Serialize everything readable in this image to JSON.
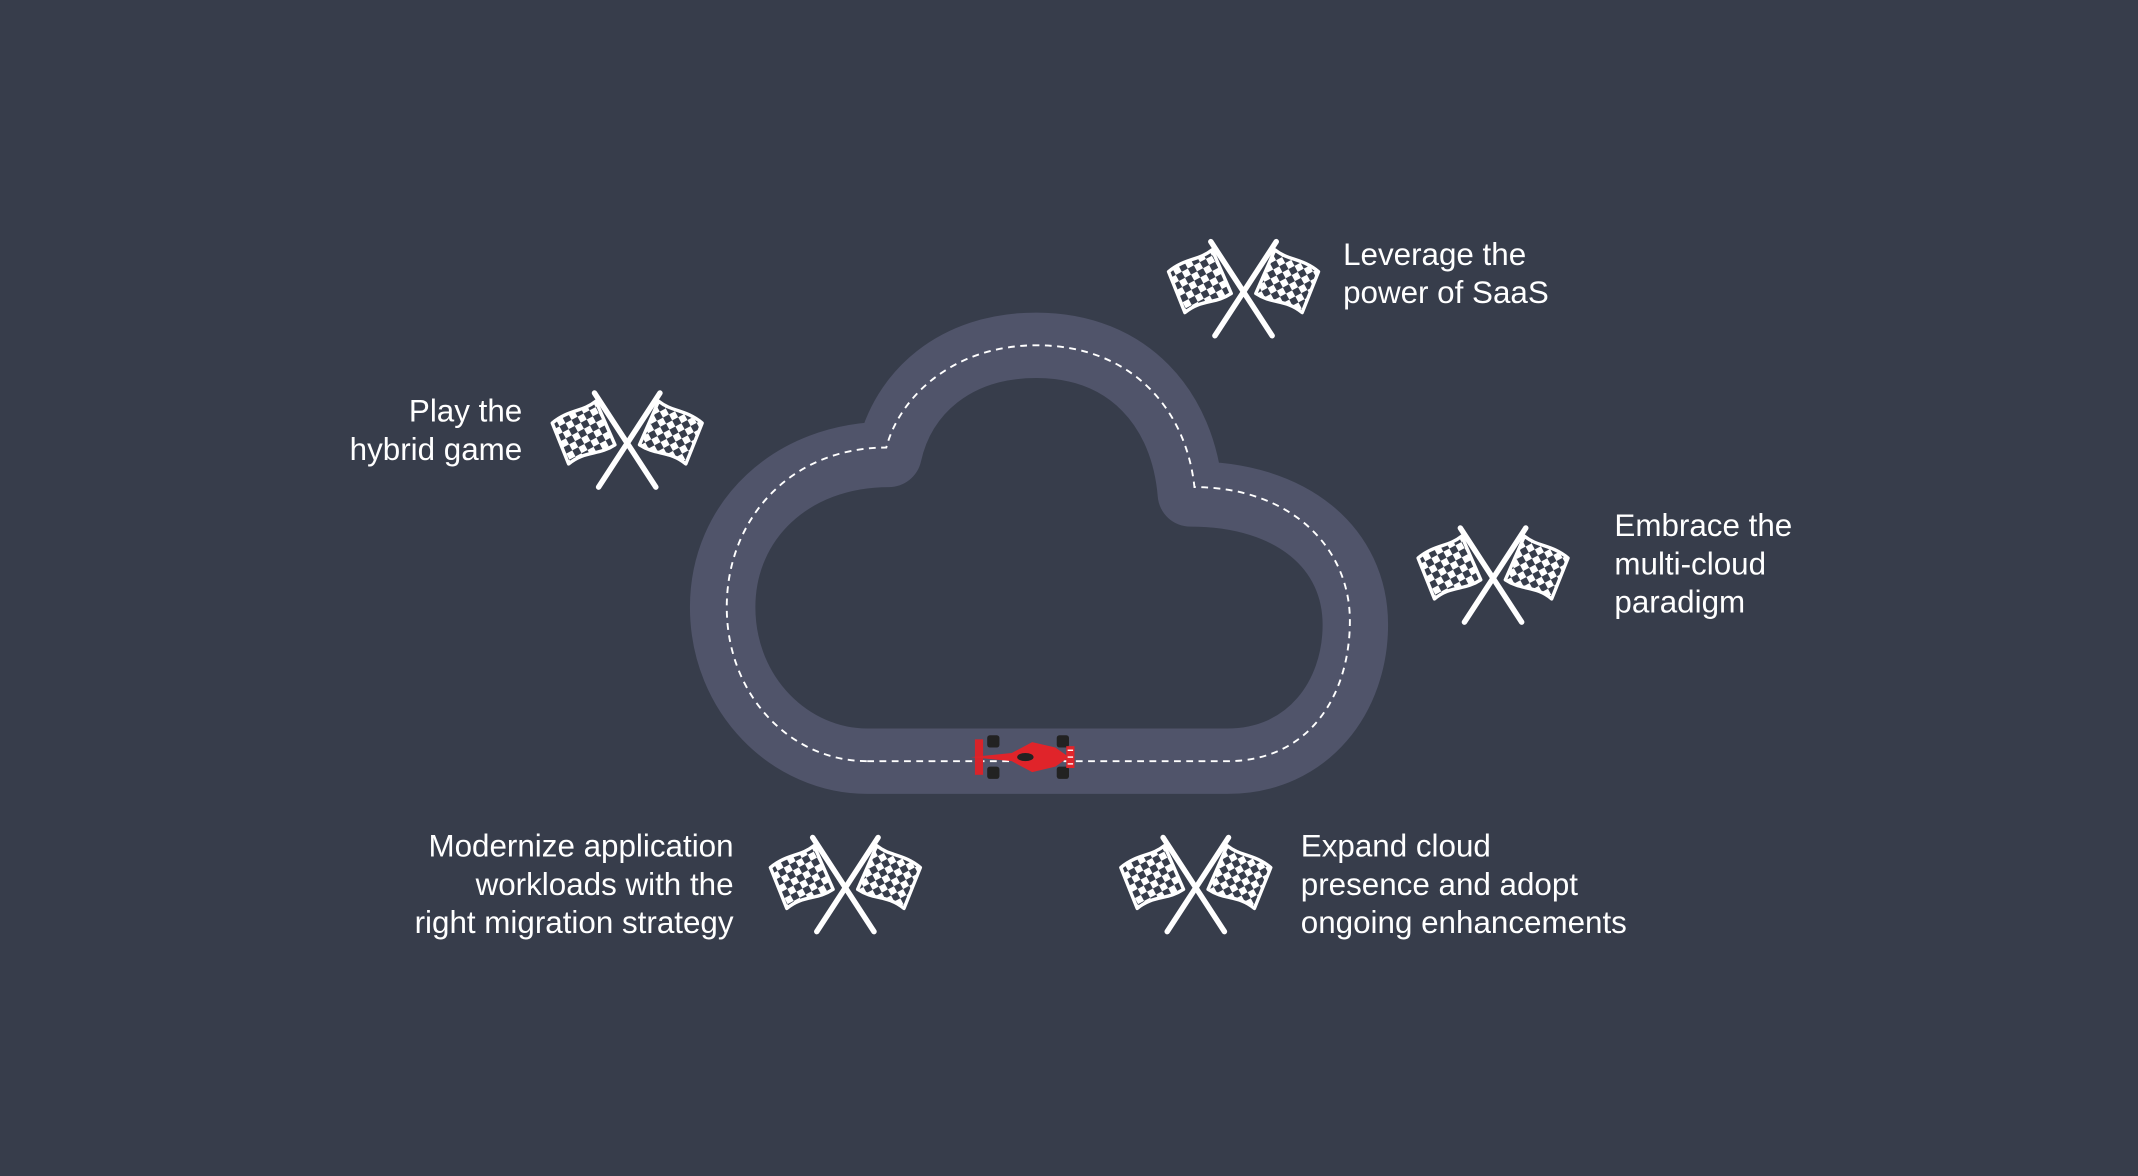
{
  "colors": {
    "background": "#373d4b",
    "track": "#50546a",
    "dash": "#ffffff",
    "car": "#e0242a"
  },
  "milestones": [
    {
      "id": "saas",
      "lines": [
        "Leverage the",
        "power of SaaS"
      ],
      "icon": "checkered-flags-icon"
    },
    {
      "id": "hybrid",
      "lines": [
        "Play the",
        "hybrid game"
      ],
      "icon": "checkered-flags-icon"
    },
    {
      "id": "multicloud",
      "lines": [
        "Embrace the",
        "multi-cloud",
        "paradigm"
      ],
      "icon": "checkered-flags-icon"
    },
    {
      "id": "modernize",
      "lines": [
        "Modernize application",
        "workloads with the",
        "right migration strategy"
      ],
      "icon": "checkered-flags-icon"
    },
    {
      "id": "expand",
      "lines": [
        "Expand cloud",
        "presence and adopt",
        "ongoing enhancements"
      ],
      "icon": "checkered-flags-icon"
    }
  ],
  "track": {
    "shape": "cloud",
    "icon": "race-car-icon"
  }
}
